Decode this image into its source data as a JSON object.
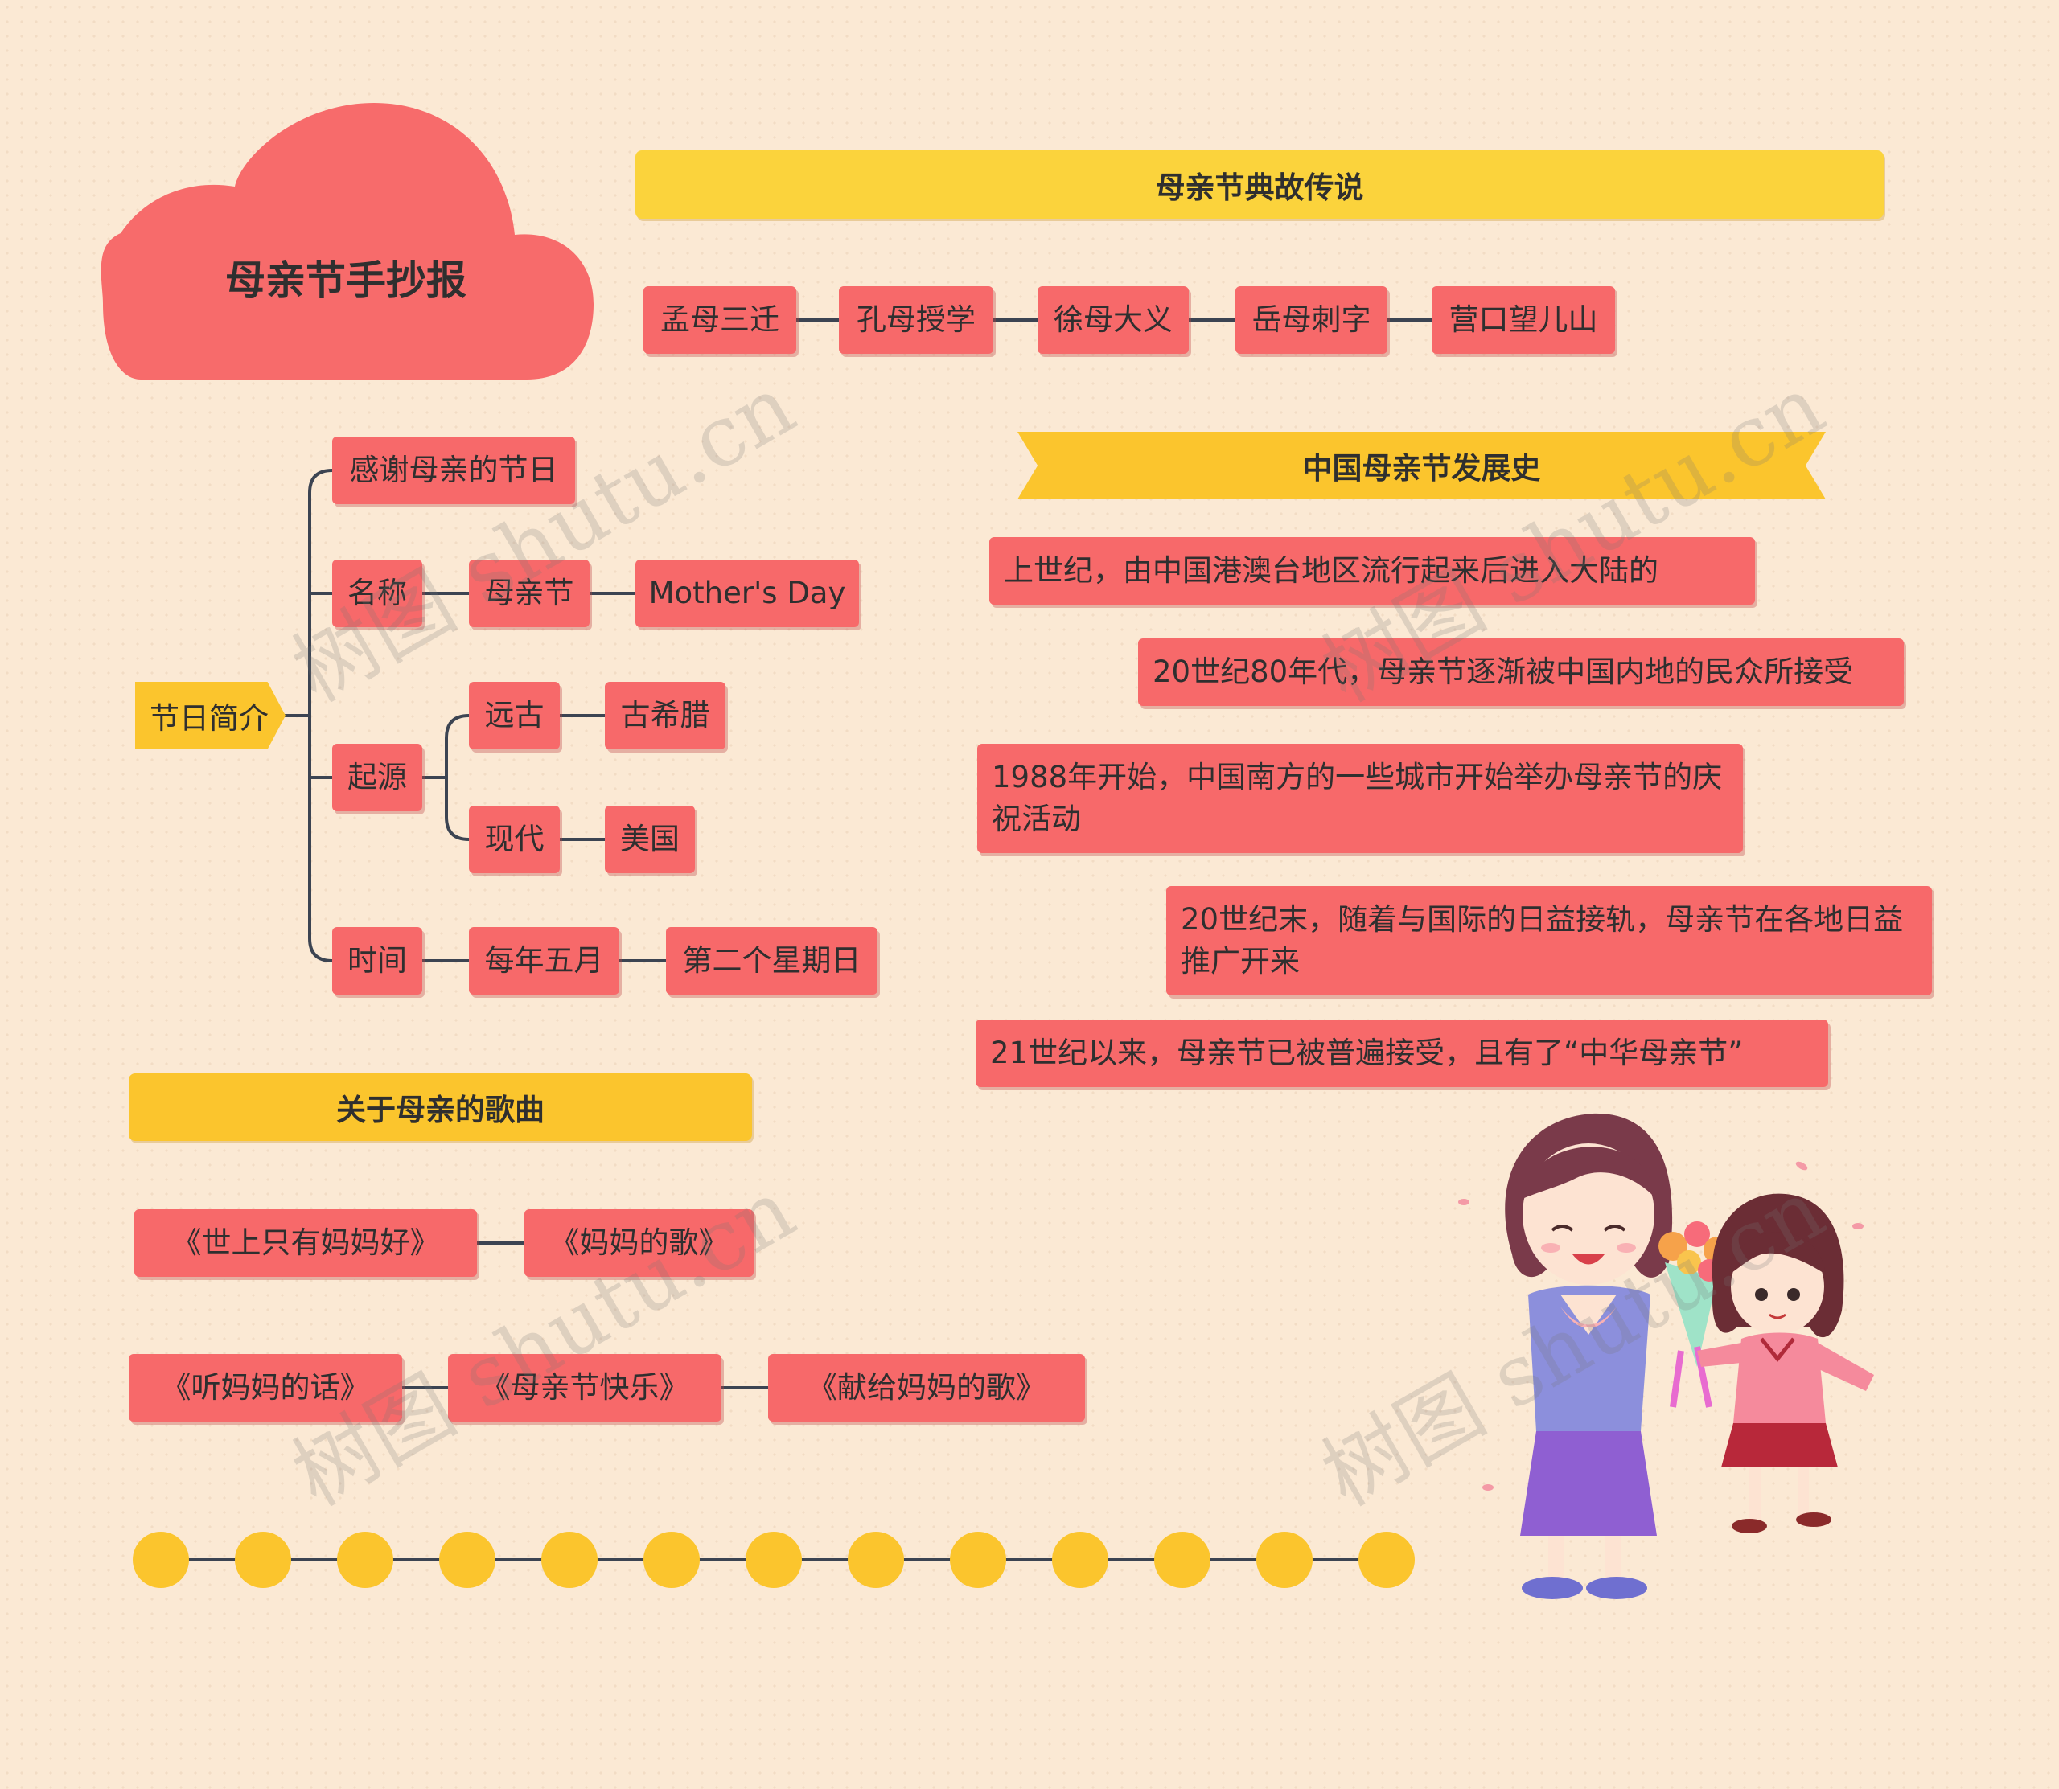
{
  "title": "母亲节手抄报",
  "colors": {
    "node": "#f7696a",
    "banner": "#fbd33c",
    "tag": "#fbc52d",
    "line": "#3c4452",
    "background": "#fbe9d4"
  },
  "legends": {
    "title": "母亲节典故传说",
    "items": [
      "孟母三迁",
      "孔母授学",
      "徐母大义",
      "岳母刺字",
      "营口望儿山"
    ]
  },
  "intro": {
    "root": "节日简介",
    "thanks": "感谢母亲的节日",
    "name": {
      "label": "名称",
      "cn": "母亲节",
      "en": "Mother's Day"
    },
    "origin": {
      "label": "起源",
      "ancient": "远古",
      "ancient_place": "古希腊",
      "modern": "现代",
      "modern_place": "美国"
    },
    "time": {
      "label": "时间",
      "month": "每年五月",
      "day": "第二个星期日"
    }
  },
  "history": {
    "title": "中国母亲节发展史",
    "items": [
      "上世纪，由中国港澳台地区流行起来后进入大陆的",
      "20世纪80年代，母亲节逐渐被中国内地的民众所接受",
      "1988年开始，中国南方的一些城市开始举办母亲节的庆祝活动",
      "20世纪末，随着与国际的日益接轨，母亲节在各地日益推广开来",
      "21世纪以来，母亲节已被普遍接受，且有了“中华母亲节”"
    ]
  },
  "songs": {
    "title": "关于母亲的歌曲",
    "row1": [
      "《世上只有妈妈好》",
      "《妈妈的歌》"
    ],
    "row2": [
      "《听妈妈的话》",
      "《母亲节快乐》",
      "《献给妈妈的歌》"
    ]
  },
  "watermark": "树图 shutu.cn"
}
